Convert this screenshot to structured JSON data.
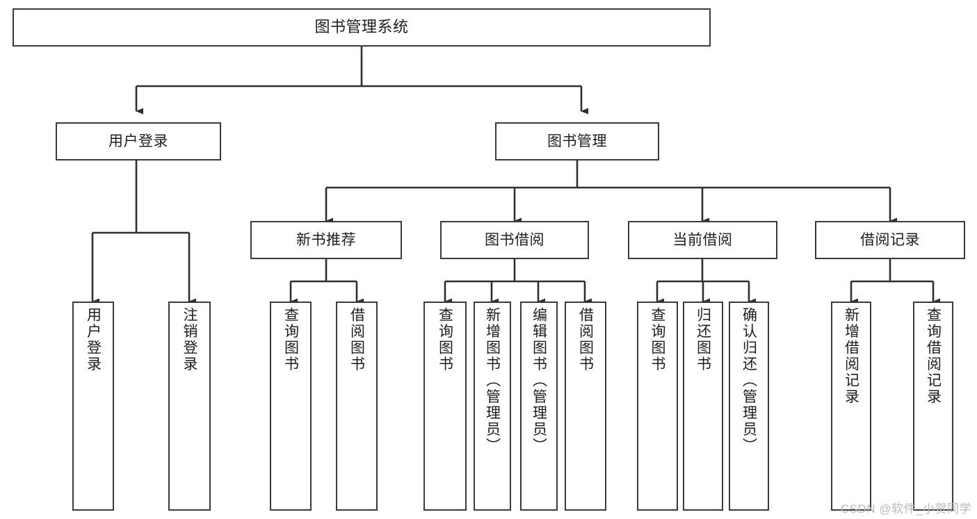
{
  "diagram": {
    "title": "图书管理系统",
    "type": "tree-hierarchy-chart",
    "watermark": "CSDN @软件_小贺同学",
    "colors": {
      "box_border": "#3a3a3a",
      "box_fill": "#ffffff",
      "connector": "#2e2e2e",
      "text": "#1d1d1d",
      "watermark": "#b9b9b9",
      "background": "#ffffff"
    }
  },
  "nodes": {
    "root": {
      "label": "图书管理系统"
    },
    "level1": [
      {
        "id": "user-login",
        "label": "用户登录"
      },
      {
        "id": "book-manage",
        "label": "图书管理"
      }
    ],
    "level2": [
      {
        "id": "new-book-recommend",
        "label": "新书推荐"
      },
      {
        "id": "book-borrow",
        "label": "图书借阅"
      },
      {
        "id": "current-borrow",
        "label": "当前借阅"
      },
      {
        "id": "borrow-record",
        "label": "借阅记录"
      }
    ],
    "leaves": {
      "user_login": [
        {
          "id": "leaf-user-login",
          "label": "用户登录"
        },
        {
          "id": "leaf-logout-login",
          "label": "注销登录"
        }
      ],
      "new_book_recommend": [
        {
          "id": "leaf-query-book-1",
          "label": "查询图书"
        },
        {
          "id": "leaf-borrow-book-1",
          "label": "借阅图书"
        }
      ],
      "book_borrow": [
        {
          "id": "leaf-query-book-2",
          "label": "查询图书"
        },
        {
          "id": "leaf-add-book",
          "label": "新增图书（管理员）"
        },
        {
          "id": "leaf-edit-book",
          "label": "编辑图书（管理员）"
        },
        {
          "id": "leaf-borrow-book-2",
          "label": "借阅图书"
        }
      ],
      "current_borrow": [
        {
          "id": "leaf-query-book-3",
          "label": "查询图书"
        },
        {
          "id": "leaf-return-book",
          "label": "归还图书"
        },
        {
          "id": "leaf-confirm-return",
          "label": "确认归还（管理员）"
        }
      ],
      "borrow_record": [
        {
          "id": "leaf-add-record",
          "label": "新增借阅记录"
        },
        {
          "id": "leaf-query-record",
          "label": "查询借阅记录"
        }
      ]
    }
  }
}
